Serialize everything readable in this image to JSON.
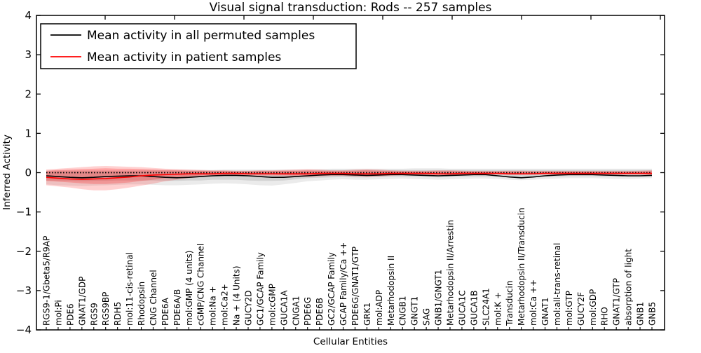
{
  "chart_data": {
    "type": "line",
    "title": "Visual signal transduction: Rods -- 257 samples",
    "xlabel": "Cellular Entities",
    "ylabel": "Inferred Activity",
    "ylim": [
      -4,
      4
    ],
    "grid": false,
    "legend_position": "upper left",
    "ytick_values": [
      4,
      3,
      2,
      1,
      0,
      -1,
      -2,
      -3,
      -4
    ],
    "ytick_labels": [
      "4",
      "3",
      "2",
      "1",
      "0",
      "−1",
      "−2",
      "−3",
      "−4"
    ],
    "categories": [
      "RGS9-1/Gbeta5/R9AP",
      "mol:Pi",
      "PDE6",
      "GNAT1/GDP",
      "RGS9",
      "RGS9BP",
      "RDH5",
      "mol:11-cis-retinal",
      "Rhodopsin",
      "CNG Channel",
      "PDE6A",
      "PDE6A/B",
      "mol:GMP (4 units)",
      "cGMP/CNG Channel",
      "mol:Na +",
      "mol:Ca2+",
      "Na + (4 Units)",
      "GUCY2D",
      "GC1/GCAP Family",
      "mol:cGMP",
      "GUCA1A",
      "CNGA1",
      "PDE6G",
      "PDE6B",
      "GC2/GCAP Family",
      "GCAP Family/Ca ++",
      "PDE6G/GNAT1/GTP",
      "GRK1",
      "mol:ADP",
      "Metarhodopsin II",
      "CNGB1",
      "GNGT1",
      "SAG",
      "GNB1/GNGT1",
      "Metarhodopsin II/Arrestin",
      "GUCA1C",
      "GUCA1B",
      "SLC24A1",
      "mol:K +",
      "Transducin",
      "Metarhodopsin II/Transducin",
      "mol:Ca ++",
      "GNAT1",
      "mol:all-trans-retinal",
      "mol:GTP",
      "GUCY2F",
      "mol:GDP",
      "RHO",
      "GNAT1/GTP",
      "absorption of light",
      "GNB1",
      "GNB5"
    ],
    "series": [
      {
        "name": "Mean activity in all permuted samples",
        "color": "#000000",
        "values": [
          -0.08,
          -0.1,
          -0.12,
          -0.13,
          -0.12,
          -0.1,
          -0.09,
          -0.08,
          -0.08,
          -0.1,
          -0.12,
          -0.13,
          -0.12,
          -0.1,
          -0.08,
          -0.07,
          -0.07,
          -0.08,
          -0.1,
          -0.12,
          -0.12,
          -0.1,
          -0.08,
          -0.06,
          -0.05,
          -0.05,
          -0.06,
          -0.07,
          -0.06,
          -0.05,
          -0.05,
          -0.06,
          -0.07,
          -0.08,
          -0.07,
          -0.06,
          -0.05,
          -0.05,
          -0.08,
          -0.11,
          -0.13,
          -0.11,
          -0.08,
          -0.06,
          -0.05,
          -0.05,
          -0.05,
          -0.06,
          -0.07,
          -0.08,
          -0.08,
          -0.07
        ]
      },
      {
        "name": "Mean activity in patient samples",
        "color": "#ff0000",
        "values": [
          -0.12,
          -0.14,
          -0.16,
          -0.17,
          -0.16,
          -0.15,
          -0.13,
          -0.11,
          -0.08,
          -0.06,
          -0.05,
          -0.04,
          -0.03,
          -0.03,
          -0.03,
          -0.02,
          -0.02,
          -0.03,
          -0.03,
          -0.03,
          -0.03,
          -0.03,
          -0.03,
          -0.02,
          -0.02,
          -0.02,
          -0.03,
          -0.03,
          -0.03,
          -0.02,
          -0.02,
          -0.02,
          -0.02,
          -0.03,
          -0.03,
          -0.02,
          -0.02,
          -0.02,
          -0.02,
          -0.03,
          -0.03,
          -0.03,
          -0.02,
          -0.02,
          -0.02,
          -0.02,
          -0.02,
          -0.02,
          -0.02,
          -0.02,
          -0.02,
          -0.02
        ]
      }
    ],
    "zero_line": {
      "value": 0,
      "style": "dotted",
      "color": "#000000"
    },
    "bands": [
      {
        "name": "permuted-std-outer",
        "fill": "rgba(0,0,0,0.08)",
        "hi": [
          0.05,
          0.06,
          0.06,
          0.06,
          0.06,
          0.06,
          0.06,
          0.06,
          0.07,
          0.07,
          0.07,
          0.07,
          0.07,
          0.07,
          0.07,
          0.08,
          0.08,
          0.08,
          0.08,
          0.08,
          0.08,
          0.08,
          0.08,
          0.09,
          0.1,
          0.1,
          0.1,
          0.1,
          0.1,
          0.1,
          0.1,
          0.11,
          0.11,
          0.11,
          0.1,
          0.1,
          0.1,
          0.1,
          0.1,
          0.1,
          0.1,
          0.1,
          0.1,
          0.1,
          0.1,
          0.1,
          0.1,
          0.1,
          0.1,
          0.1,
          0.1,
          0.1
        ],
        "lo": [
          -0.3,
          -0.32,
          -0.33,
          -0.34,
          -0.33,
          -0.32,
          -0.31,
          -0.3,
          -0.3,
          -0.31,
          -0.32,
          -0.32,
          -0.31,
          -0.3,
          -0.28,
          -0.27,
          -0.28,
          -0.3,
          -0.32,
          -0.33,
          -0.3,
          -0.26,
          -0.22,
          -0.2,
          -0.18,
          -0.17,
          -0.18,
          -0.18,
          -0.17,
          -0.16,
          -0.15,
          -0.16,
          -0.17,
          -0.18,
          -0.17,
          -0.16,
          -0.15,
          -0.15,
          -0.16,
          -0.18,
          -0.19,
          -0.18,
          -0.16,
          -0.15,
          -0.14,
          -0.14,
          -0.14,
          -0.15,
          -0.16,
          -0.16,
          -0.15,
          -0.14
        ]
      },
      {
        "name": "permuted-std-inner",
        "fill": "rgba(0,0,0,0.10)",
        "hi": [
          0.03,
          0.04,
          0.04,
          0.04,
          0.04,
          0.04,
          0.04,
          0.04,
          0.05,
          0.05,
          0.05,
          0.05,
          0.05,
          0.05,
          0.05,
          0.05,
          0.05,
          0.05,
          0.05,
          0.05,
          0.05,
          0.05,
          0.05,
          0.06,
          0.07,
          0.07,
          0.07,
          0.07,
          0.07,
          0.07,
          0.07,
          0.07,
          0.07,
          0.07,
          0.07,
          0.07,
          0.07,
          0.07,
          0.07,
          0.07,
          0.07,
          0.07,
          0.07,
          0.07,
          0.07,
          0.07,
          0.07,
          0.07,
          0.07,
          0.07,
          0.07,
          0.07
        ],
        "lo": [
          -0.2,
          -0.21,
          -0.21,
          -0.22,
          -0.21,
          -0.21,
          -0.2,
          -0.2,
          -0.2,
          -0.2,
          -0.21,
          -0.21,
          -0.2,
          -0.2,
          -0.18,
          -0.18,
          -0.18,
          -0.2,
          -0.21,
          -0.21,
          -0.2,
          -0.17,
          -0.14,
          -0.13,
          -0.12,
          -0.11,
          -0.12,
          -0.12,
          -0.11,
          -0.1,
          -0.1,
          -0.1,
          -0.11,
          -0.12,
          -0.11,
          -0.1,
          -0.1,
          -0.1,
          -0.1,
          -0.12,
          -0.12,
          -0.12,
          -0.1,
          -0.1,
          -0.09,
          -0.09,
          -0.09,
          -0.1,
          -0.1,
          -0.1,
          -0.1,
          -0.09
        ]
      },
      {
        "name": "patient-std-outer",
        "fill": "rgba(255,0,0,0.18)",
        "hi": [
          0.08,
          0.1,
          0.12,
          0.14,
          0.16,
          0.17,
          0.16,
          0.15,
          0.14,
          0.12,
          0.1,
          0.09,
          0.08,
          0.07,
          0.06,
          0.06,
          0.05,
          0.05,
          0.06,
          0.06,
          0.07,
          0.08,
          0.09,
          0.08,
          0.06,
          0.06,
          0.08,
          0.09,
          0.08,
          0.06,
          0.05,
          0.05,
          0.05,
          0.06,
          0.06,
          0.05,
          0.04,
          0.04,
          0.04,
          0.05,
          0.05,
          0.04,
          0.04,
          0.04,
          0.04,
          0.04,
          0.04,
          0.04,
          0.04,
          0.04,
          0.05,
          0.06
        ],
        "lo": [
          -0.32,
          -0.35,
          -0.38,
          -0.42,
          -0.45,
          -0.45,
          -0.42,
          -0.38,
          -0.33,
          -0.28,
          -0.22,
          -0.18,
          -0.14,
          -0.11,
          -0.09,
          -0.08,
          -0.07,
          -0.07,
          -0.08,
          -0.08,
          -0.09,
          -0.1,
          -0.11,
          -0.1,
          -0.08,
          -0.08,
          -0.1,
          -0.11,
          -0.1,
          -0.08,
          -0.06,
          -0.06,
          -0.06,
          -0.07,
          -0.07,
          -0.06,
          -0.05,
          -0.05,
          -0.05,
          -0.06,
          -0.06,
          -0.05,
          -0.05,
          -0.05,
          -0.04,
          -0.04,
          -0.04,
          -0.05,
          -0.05,
          -0.05,
          -0.05,
          -0.06
        ]
      },
      {
        "name": "patient-std-inner",
        "fill": "rgba(255,0,0,0.22)",
        "hi": [
          0.05,
          0.07,
          0.08,
          0.09,
          0.1,
          0.11,
          0.1,
          0.1,
          0.09,
          0.08,
          0.07,
          0.06,
          0.05,
          0.05,
          0.04,
          0.04,
          0.03,
          0.03,
          0.04,
          0.04,
          0.05,
          0.05,
          0.06,
          0.05,
          0.04,
          0.04,
          0.05,
          0.06,
          0.05,
          0.04,
          0.03,
          0.03,
          0.03,
          0.04,
          0.04,
          0.03,
          0.03,
          0.03,
          0.03,
          0.03,
          0.03,
          0.03,
          0.03,
          0.03,
          0.03,
          0.03,
          0.03,
          0.03,
          0.03,
          0.03,
          0.03,
          0.04
        ],
        "lo": [
          -0.21,
          -0.23,
          -0.25,
          -0.27,
          -0.29,
          -0.29,
          -0.27,
          -0.25,
          -0.21,
          -0.18,
          -0.14,
          -0.12,
          -0.09,
          -0.07,
          -0.06,
          -0.05,
          -0.05,
          -0.05,
          -0.05,
          -0.05,
          -0.06,
          -0.07,
          -0.07,
          -0.07,
          -0.05,
          -0.05,
          -0.07,
          -0.07,
          -0.07,
          -0.05,
          -0.04,
          -0.04,
          -0.04,
          -0.05,
          -0.05,
          -0.04,
          -0.03,
          -0.03,
          -0.03,
          -0.04,
          -0.04,
          -0.03,
          -0.03,
          -0.03,
          -0.03,
          -0.03,
          -0.03,
          -0.03,
          -0.03,
          -0.03,
          -0.03,
          -0.04
        ]
      }
    ]
  }
}
